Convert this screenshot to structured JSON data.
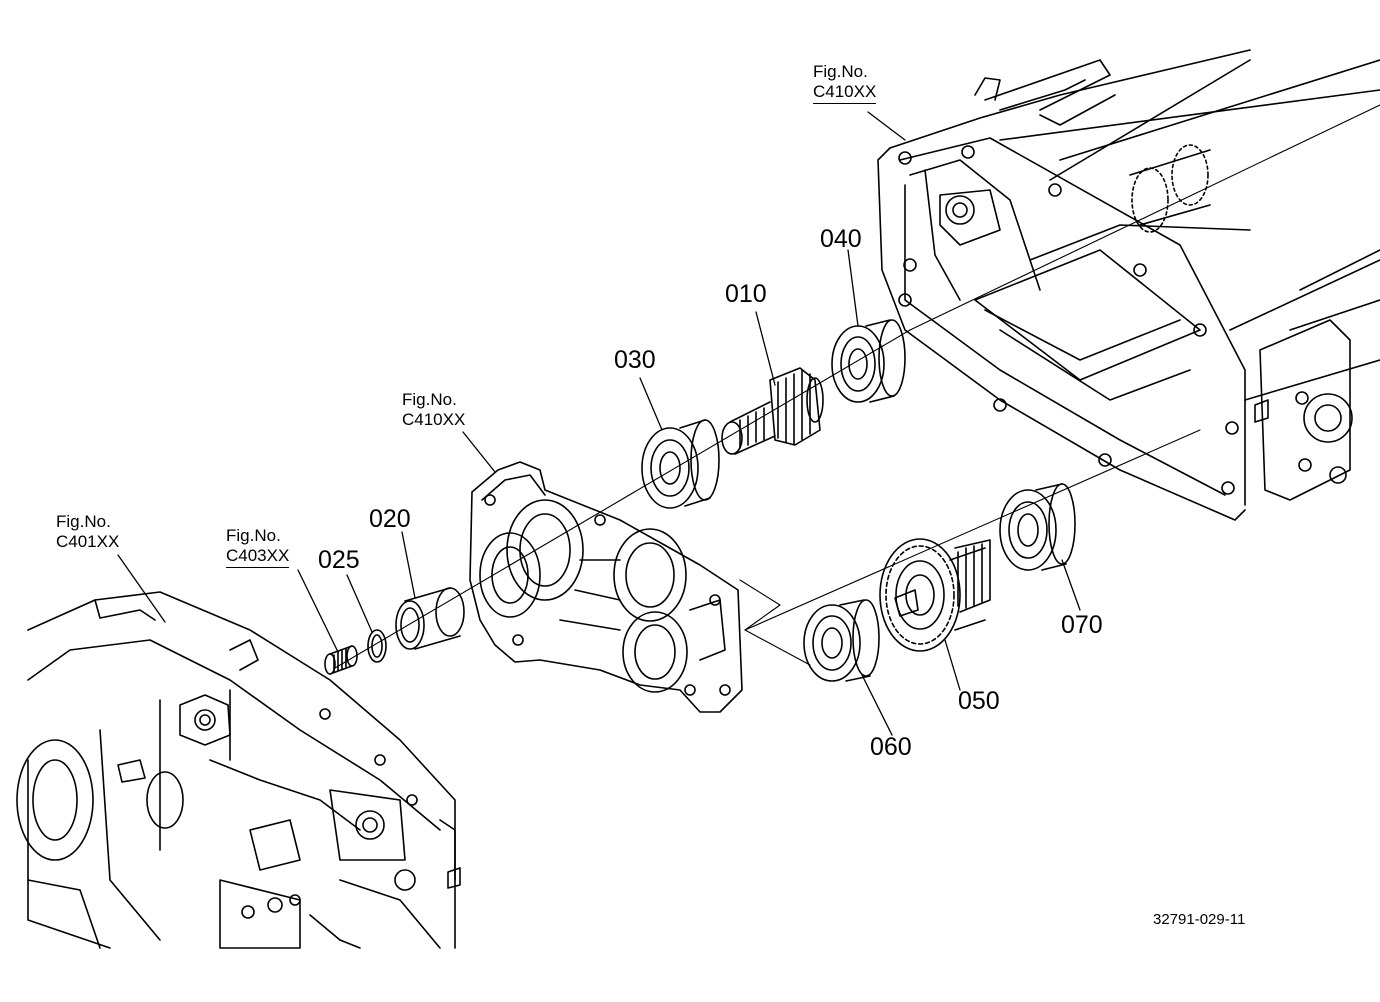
{
  "figure_refs": [
    {
      "title": "Fig.No.",
      "code": "C410XX"
    },
    {
      "title": "Fig.No.",
      "code": "C410XX"
    },
    {
      "title": "Fig.No.",
      "code": "C401XX"
    },
    {
      "title": "Fig.No.",
      "code": "C403XX"
    }
  ],
  "parts": {
    "p010": "010",
    "p020": "020",
    "p025": "025",
    "p030": "030",
    "p040": "040",
    "p050": "050",
    "p060": "060",
    "p070": "070"
  },
  "drawing_number": "32791-029-11",
  "colors": {
    "ink": "#000000",
    "paper": "#ffffff"
  }
}
